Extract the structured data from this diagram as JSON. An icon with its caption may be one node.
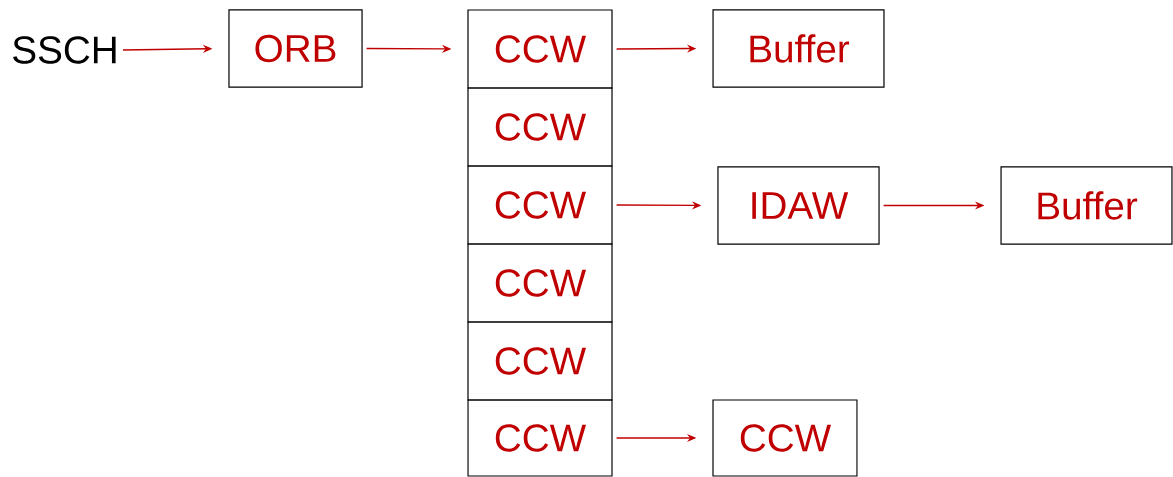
{
  "diagram": {
    "nodes": [
      {
        "text": [
          "SSCH"
        ]
      },
      {
        "text": [
          "ORB"
        ]
      },
      {
        "text": [
          "CCW"
        ]
      },
      {
        "text": [
          "CCW"
        ]
      },
      {
        "text": [
          "CCW"
        ]
      },
      {
        "text": [
          "CCW"
        ]
      },
      {
        "text": [
          "CCW"
        ]
      },
      {
        "text": [
          "CCW"
        ]
      },
      {
        "text": [
          "Buffer"
        ]
      },
      {
        "text": [
          "IDAW"
        ]
      },
      {
        "text": [
          "Buffer"
        ]
      },
      {
        "text": [
          "CCW"
        ]
      }
    ],
    "edges": [
      {
        "from": 0,
        "to": 1,
        "arrow": "to"
      },
      {
        "from": 1,
        "to": 2,
        "arrow": "to"
      },
      {
        "from": 2,
        "to": 8,
        "arrow": "to"
      },
      {
        "from": 4,
        "to": 9,
        "arrow": "to"
      },
      {
        "from": 9,
        "to": 10,
        "arrow": "to"
      },
      {
        "from": 7,
        "to": 11,
        "arrow": "to"
      }
    ]
  }
}
